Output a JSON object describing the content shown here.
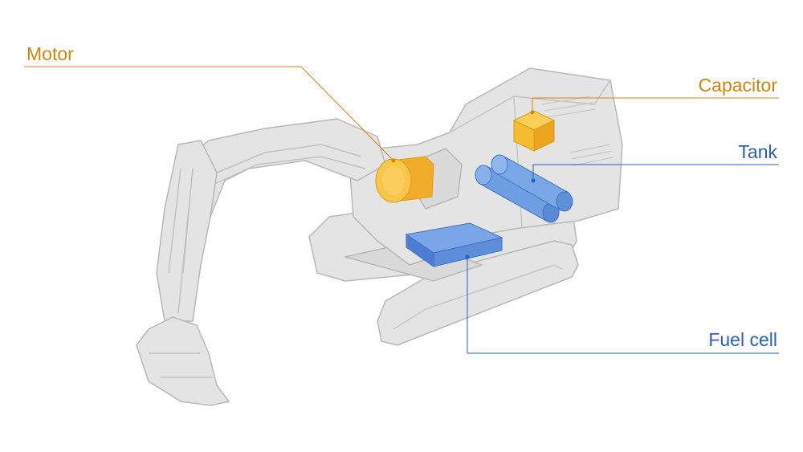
{
  "labels": {
    "motor": "Motor",
    "capacitor": "Capacitor",
    "tank": "Tank",
    "fuel_cell": "Fuel cell"
  },
  "colors": {
    "orange_label": "#d4860b",
    "blue_label": "#2a5fbd",
    "orange_fill": "#f7c13a",
    "blue_fill": "#5b8fdc",
    "machine_fill": "#e3e3e3",
    "machine_stroke": "#b9b9b9"
  }
}
